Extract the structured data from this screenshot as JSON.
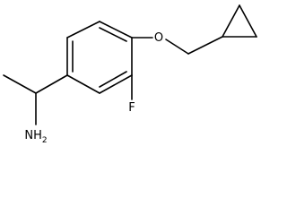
{
  "molecule": {
    "atoms": {
      "oxygen": "O",
      "fluorine": "F",
      "amine": "NH",
      "amine_subscript": "2"
    }
  },
  "colors": {
    "bond": "#000000",
    "background": "#ffffff"
  }
}
